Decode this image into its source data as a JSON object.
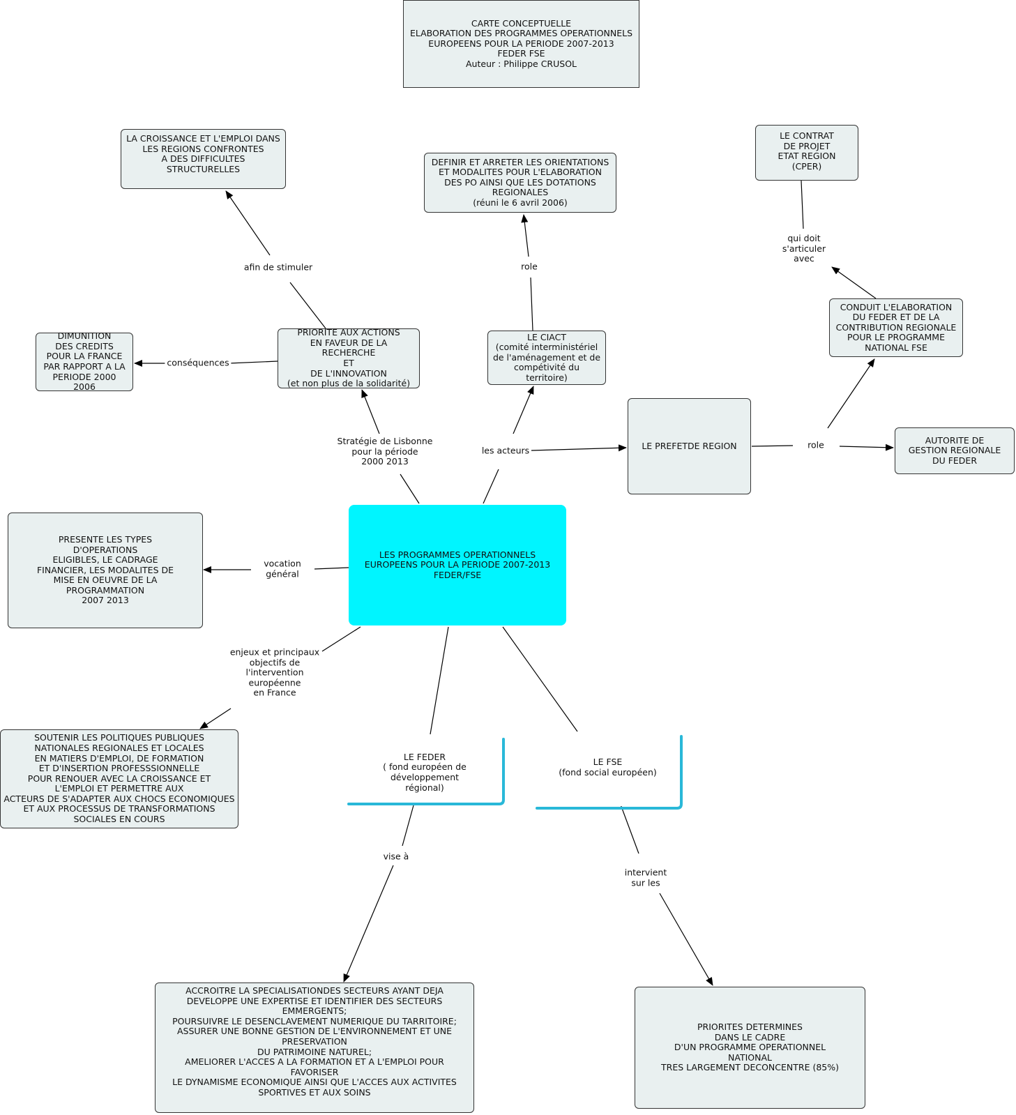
{
  "title": "CARTE CONCEPTUELLE\nELABORATION DES PROGRAMMES OPERATIONNELS\nEUROPEENS POUR LA PERIODE 2007-2013\nFEDER FSE\nAuteur : Philippe CRUSOL",
  "colors": {
    "center_fill": "#00f5ff",
    "node_fill": "#e9f0f0",
    "bracket_accent": "#29b8d8"
  },
  "nodes": {
    "center": "LES PROGRAMMES OPERATIONNELS\nEUROPEENS POUR LA PERIODE 2007-2013\nFEDER/FSE",
    "croissance": "LA CROISSANCE ET L'EMPLOI DANS\nLES REGIONS CONFRONTES\nA DES DIFFICULTES\nSTRUCTURELLES",
    "definir": "DEFINIR ET ARRETER LES ORIENTATIONS\nET MODALITES POUR L'ELABORATION\nDES PO AINSI QUE LES DOTATIONS\nREGIONALES\n(réuni le 6 avril 2006)",
    "contrat": "LE CONTRAT\nDE PROJET\nETAT REGION\n(CPER)",
    "dimunition": "DIMUNITION\nDES CREDITS\nPOUR LA FRANCE\nPAR RAPPORT A LA\nPERIODE 2000 2006",
    "priorite": "PRIORITE AUX ACTIONS\nEN FAVEUR DE LA RECHERCHE\nET\nDE L'INNOVATION\n(et non plus de la solidarité)",
    "ciact": "LE CIACT\n(comité interministériel\nde l'aménagement et de\ncompétivité du territoire)",
    "conduit": "CONDUIT L'ELABORATION\nDU FEDER ET DE LA\nCONTRIBUTION REGIONALE\nPOUR LE PROGRAMME\nNATIONAL FSE",
    "prefet": "LE PREFETDE REGION",
    "autorite": "AUTORITE DE\nGESTION REGIONALE\nDU FEDER",
    "presente": "PRESENTE LES TYPES\nD'OPERATIONS\nELIGIBLES, LE CADRAGE\nFINANCIER, LES MODALITES DE\nMISE EN OEUVRE DE LA\nPROGRAMMATION\n2007 2013",
    "soutenir": "SOUTENIR LES POLITIQUES PUBLIQUES\nNATIONALES REGIONALES ET LOCALES\nEN MATIERS D'EMPLOI, DE FORMATION\nET D'INSERTION PROFESSSIONNELLE\nPOUR RENOUER AVEC LA CROISSANCE ET\nL'EMPLOI ET PERMETTRE AUX\nACTEURS DE S'ADAPTER AUX CHOCS ECONOMIQUES\nET AUX PROCESSUS DE TRANSFORMATIONS\nSOCIALES EN COURS",
    "feder": "LE FEDER\n( fond européen de développement\nrégional)",
    "fse": "LE FSE\n(fond social européen)",
    "accroitre": "ACCROITRE LA SPECIALISATIONDES SECTEURS  AYANT DEJA\nDEVELOPPE UNE EXPERTISE  ET IDENTIFIER DES SECTEURS\nEMMERGENTS;\nPOURSUIVRE LE DESENCLAVEMENT NUMERIQUE DU TARRITOIRE;\nASSURER UNE BONNE GESTION DE L'ENVIRONNEMENT ET UNE\nPRESERVATION\nDU PATRIMOINE NATUREL;\nAMELIORER L'ACCES A LA FORMATION ET A L'EMPLOI POUR FAVORISER\nLE DYNAMISME ECONOMIQUE AINSI QUE L'ACCES AUX ACTIVITES\nSPORTIVES ET AUX SOINS",
    "priorites": "PRIORITES DETERMINES\nDANS LE CADRE\nD'UN PROGRAMME OPERATIONNEL\nNATIONAL\nTRES LARGEMENT DECONCENTRE (85%)"
  },
  "links": {
    "afin": "afin de stimuler",
    "role1": "role",
    "quidoit": "qui doit\ns'articuler\navec",
    "consequences": "conséquences",
    "strategie": "Stratégie de Lisbonne\npour la période\n2000 2013",
    "acteurs": "les acteurs",
    "role2": "role",
    "vocation": "vocation\ngénéral",
    "enjeux": "enjeux et principaux\nobjectifs de\nl'intervention\neuropéenne\nen France",
    "vise": "vise à",
    "intervient": "intervient\nsur les"
  }
}
